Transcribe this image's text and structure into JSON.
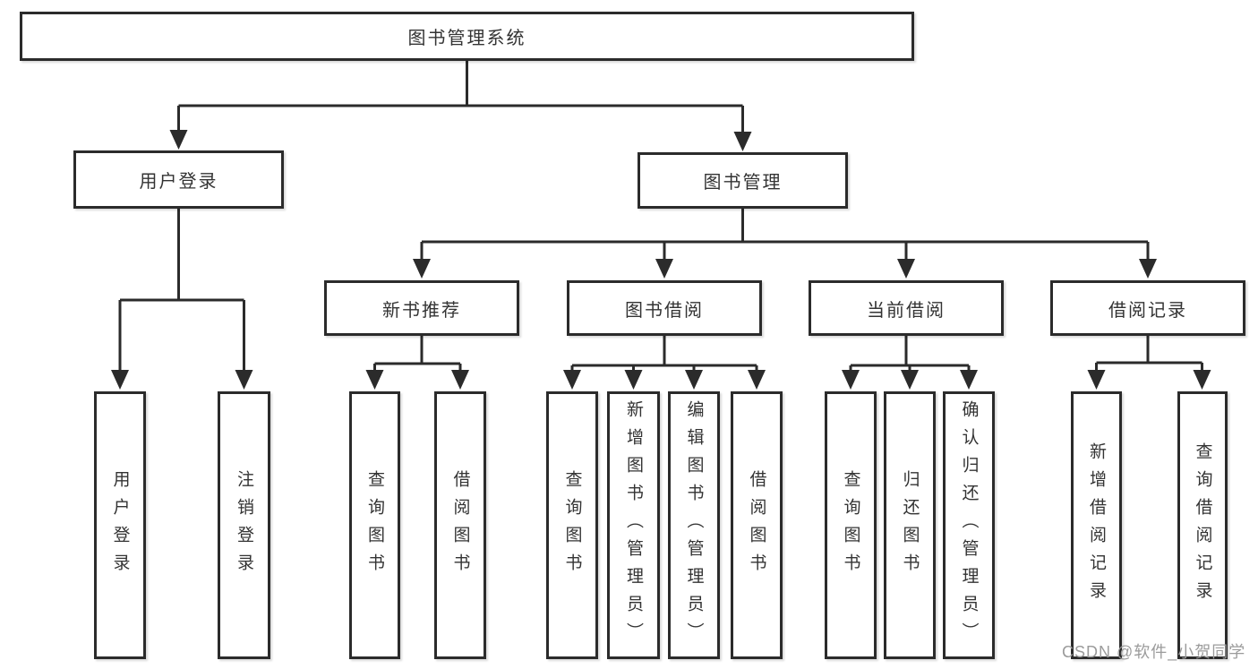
{
  "diagram": {
    "type": "tree",
    "title": "图书管理系统",
    "tree": {
      "root": {
        "label": "图书管理系统",
        "children": [
          {
            "label": "用户登录",
            "children": [
              {
                "label": "用户登录"
              },
              {
                "label": "注销登录"
              }
            ]
          },
          {
            "label": "图书管理",
            "children": [
              {
                "label": "新书推荐",
                "children": [
                  {
                    "label": "查询图书"
                  },
                  {
                    "label": "借阅图书"
                  }
                ]
              },
              {
                "label": "图书借阅",
                "children": [
                  {
                    "label": "查询图书"
                  },
                  {
                    "label": "新增图书（管理员）"
                  },
                  {
                    "label": "编辑图书（管理员）"
                  },
                  {
                    "label": "借阅图书"
                  }
                ]
              },
              {
                "label": "当前借阅",
                "children": [
                  {
                    "label": "查询图书"
                  },
                  {
                    "label": "归还图书"
                  },
                  {
                    "label": "确认归还（管理员）"
                  }
                ]
              },
              {
                "label": "借阅记录",
                "children": [
                  {
                    "label": "新增借阅记录"
                  },
                  {
                    "label": "查询借阅记录"
                  }
                ]
              }
            ]
          }
        ]
      }
    },
    "colors": {
      "line": "#2b2b2b",
      "box_border": "#2b2b2b",
      "box_background": "#ffffff",
      "text": "#333333",
      "page_background": "#ffffff"
    }
  },
  "watermark": {
    "text": "CSDN @软件_小贺同学",
    "color": "#9b9b9b"
  }
}
